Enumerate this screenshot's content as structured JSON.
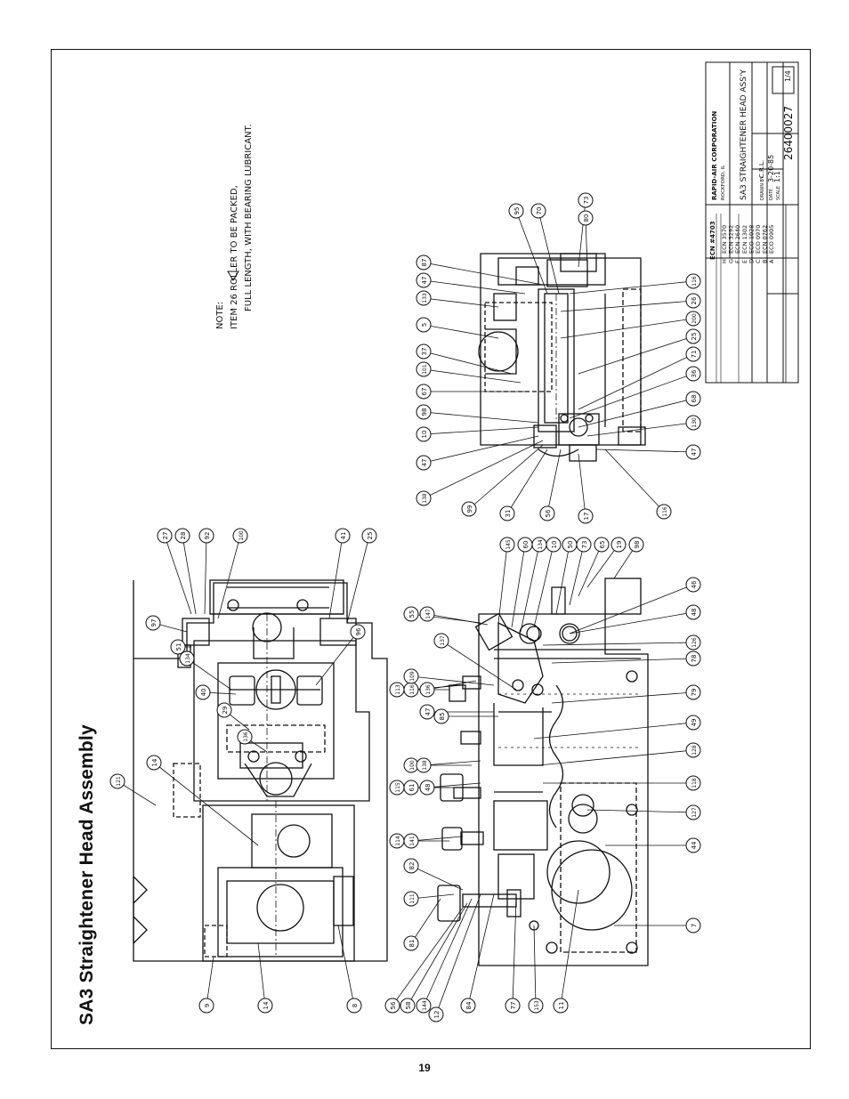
{
  "page": {
    "title": "SA3 Straightener Head Assembly",
    "page_number": "19"
  },
  "note": {
    "line1": "NOTE:",
    "line2": "ITEM 26 ROLLER TO BE PACKED,",
    "line3": "FULL LENGTH, WITH BEARING LUBRICANT."
  },
  "title_block": {
    "company": "RAPID-AIR CORPORATION",
    "location": "ROCKFORD, IL",
    "drawing_title": "SA3 STRAIGHTENER HEAD ASS'Y",
    "drawing_number": "26400027",
    "scale_label": "SCALE",
    "scale": "1:1",
    "date_label": "DATE",
    "date": "3-20-85",
    "drawn_label": "DRAWN BY",
    "drawn_by": "C.R.L.",
    "sheet": "1/4",
    "rev_title": "ECN #4703"
  },
  "revisions": [
    {
      "rev": "H",
      "desc": "ECN 3570"
    },
    {
      "rev": "G",
      "desc": "ECN 3292"
    },
    {
      "rev": "F",
      "desc": "ECN 2640"
    },
    {
      "rev": "E",
      "desc": "ECN 1302"
    },
    {
      "rev": "D",
      "desc": "ECO 1028"
    },
    {
      "rev": "C",
      "desc": "ECO 0970"
    },
    {
      "rev": "B",
      "desc": "ECN 0762"
    },
    {
      "rev": "A",
      "desc": "ECO 0905"
    }
  ],
  "callouts": {
    "view_top": [
      "9",
      "14",
      "8",
      "121",
      "14",
      "134",
      "27",
      "28",
      "92",
      "100",
      "41",
      "25",
      "97",
      "51",
      "134",
      "40",
      "29",
      "136",
      "96"
    ],
    "view_front": [
      "56",
      "58",
      "144",
      "12",
      "84",
      "77",
      "153",
      "11",
      "81",
      "111",
      "82",
      "114",
      "141",
      "115",
      "61",
      "48",
      "113",
      "116",
      "136",
      "100",
      "138",
      "55",
      "147",
      "109",
      "137",
      "145",
      "60",
      "134",
      "10",
      "50",
      "73",
      "65",
      "19",
      "98",
      "46",
      "48",
      "126",
      "78",
      "79",
      "49",
      "128",
      "118",
      "127",
      "44",
      "7",
      "47",
      "85"
    ],
    "view_section": [
      "138",
      "99",
      "31",
      "56",
      "17",
      "116",
      "47",
      "10",
      "98",
      "67",
      "101",
      "37",
      "5",
      "133",
      "47",
      "87",
      "95",
      "70",
      "73",
      "80",
      "116",
      "26",
      "200",
      "25",
      "71",
      "36",
      "68",
      "130",
      "47"
    ]
  },
  "colors": {
    "ink": "#111111",
    "paper": "#ffffff"
  }
}
